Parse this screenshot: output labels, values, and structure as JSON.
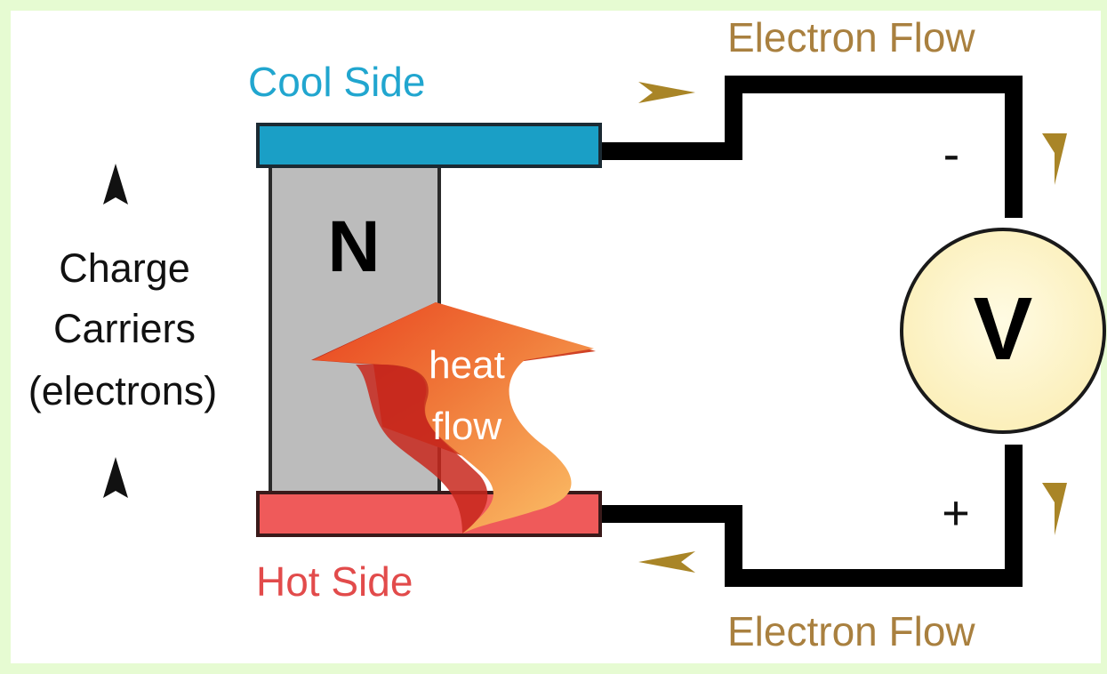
{
  "labels": {
    "cool_side": "Cool Side",
    "hot_side": "Hot Side",
    "electron_flow_top": "Electron Flow",
    "electron_flow_bottom": "Electron Flow",
    "n_type": "N",
    "charge_carriers_line1": "Charge",
    "charge_carriers_line2": "Carriers",
    "charge_carriers_line3": "(electrons)",
    "heat_line1": "heat",
    "heat_line2": "flow",
    "minus": "-",
    "plus": "+",
    "voltmeter": "V"
  },
  "colors": {
    "frame_border": "#d8f7bf",
    "background": "#ffffff",
    "cool_plate": "#1a9fc6",
    "hot_plate": "#ef5a5a",
    "semiconductor": "#bbbbbb",
    "wire": "#000000",
    "electron_arrow": "#a98527",
    "cool_text": "#21a6cf",
    "hot_text": "#e24b4b",
    "electron_text": "#a9803f",
    "voltmeter_fill": "#fdf3c3",
    "heat_dark": "#c72a1f",
    "heat_mid": "#ef4a26",
    "heat_light": "#fbc067"
  },
  "icons": {
    "carrier_arrow": "arrow-up-icon",
    "electron_arrow": "triangle-arrow-icon"
  }
}
